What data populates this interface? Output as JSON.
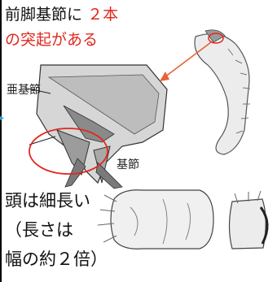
{
  "title": {
    "line1_black": "前脚基節に",
    "line1_red": "２本",
    "line2_red": "の突起がある"
  },
  "labels": {
    "subcoxa": "亜基節",
    "coxa": "基節"
  },
  "bottom": {
    "line1": "頭は細長い",
    "line2": "（長さは",
    "line3": "幅の約２倍）"
  },
  "colors": {
    "accent_red": "#e0281e",
    "arrow": "#e8623a",
    "text": "#111111"
  }
}
